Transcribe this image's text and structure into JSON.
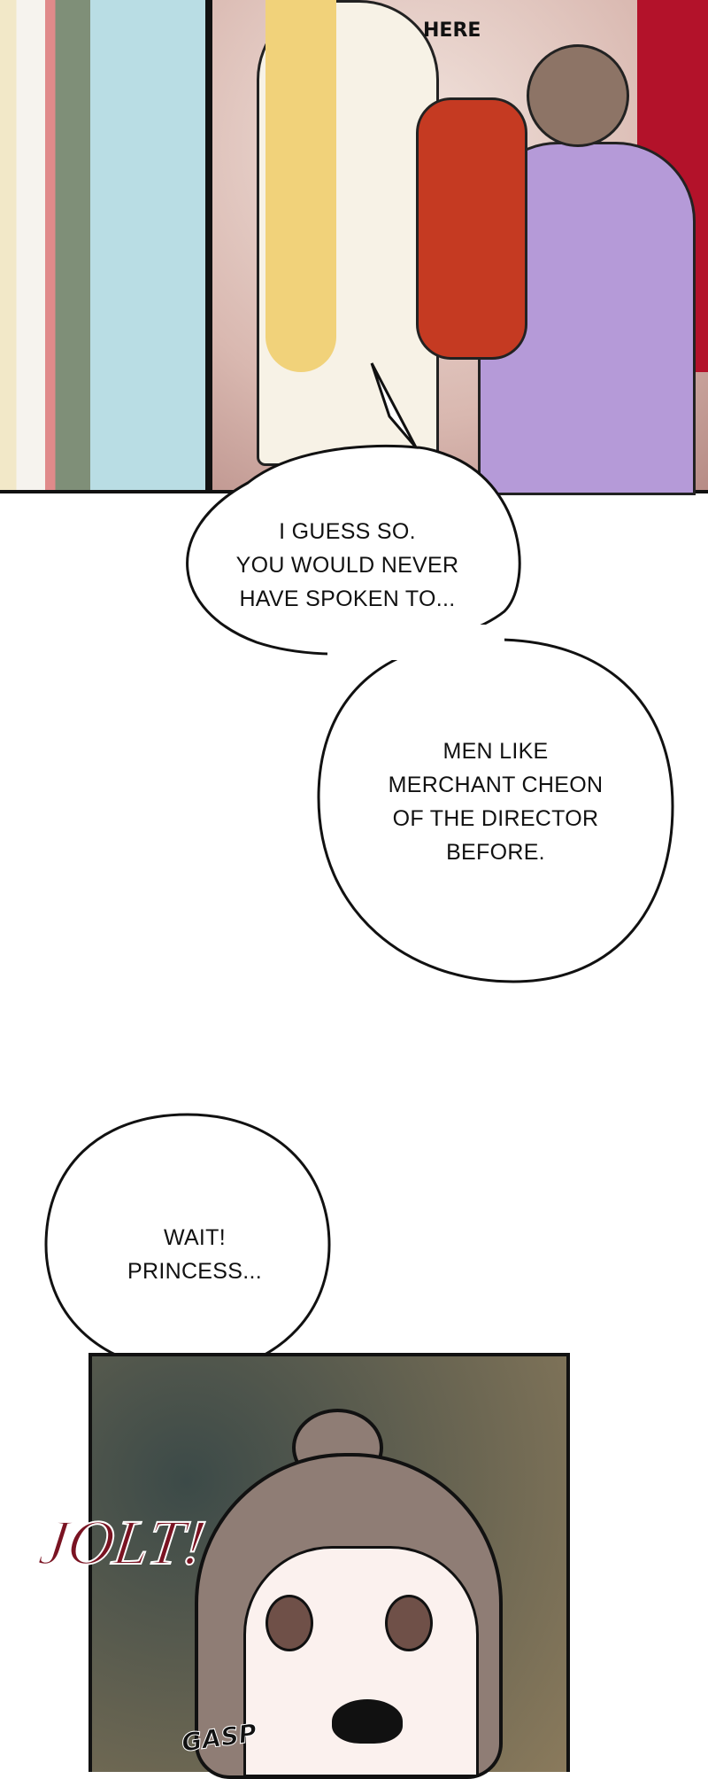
{
  "panel1": {
    "sfx_here": "HERE"
  },
  "bubble1": {
    "lines": [
      "I GUESS SO.",
      "YOU WOULD NEVER",
      "HAVE SPOKEN TO..."
    ]
  },
  "bubble2": {
    "lines": [
      "MEN LIKE",
      "MERCHANT CHEON",
      "OF THE DIRECTOR",
      "BEFORE."
    ]
  },
  "bubble3": {
    "lines": [
      "WAIT!",
      "PRINCESS..."
    ]
  },
  "panel2": {
    "sfx_jolt": "JOLT!",
    "sfx_gasp": "GASP"
  }
}
